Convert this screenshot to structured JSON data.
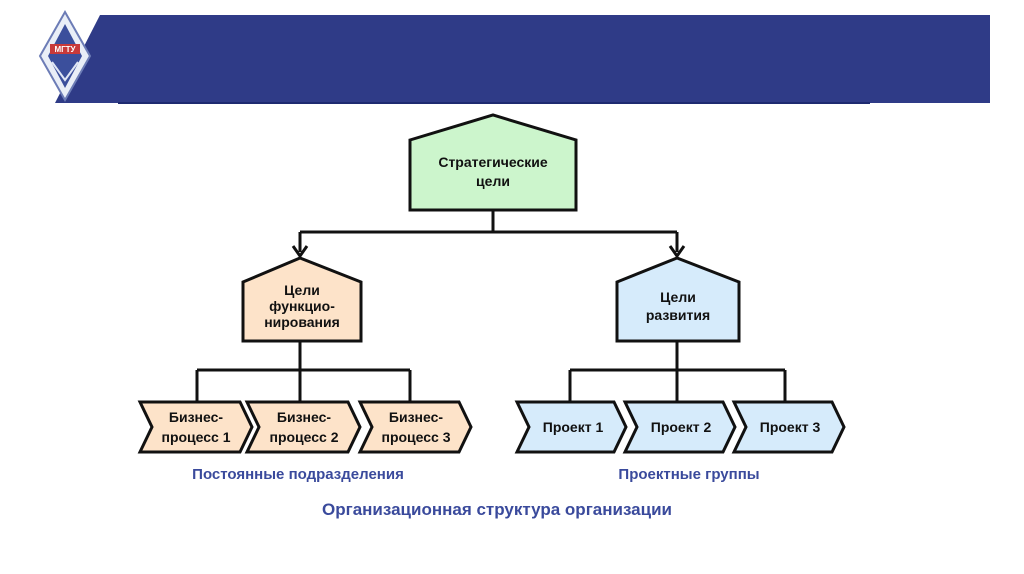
{
  "logo": {
    "text": "МГТУ"
  },
  "colors": {
    "banner": "#2f3b87",
    "strategic_fill": "#ccf5cc",
    "func_fill": "#fde3c9",
    "dev_fill": "#d6ebfb",
    "caption": "#3a4a9c"
  },
  "nodes": {
    "strategic": {
      "line1": "Стратегические",
      "line2": "цели"
    },
    "functioning": {
      "line1": "Цели",
      "line2": "функцио-",
      "line3": "нирования"
    },
    "development": {
      "line1": "Цели",
      "line2": "развития"
    },
    "bp1": {
      "line1": "Бизнес-",
      "line2": "процесс 1"
    },
    "bp2": {
      "line1": "Бизнес-",
      "line2": "процесс 2"
    },
    "bp3": {
      "line1": "Бизнес-",
      "line2": "процесс 3"
    },
    "pr1": {
      "label": "Проект 1"
    },
    "pr2": {
      "label": "Проект 2"
    },
    "pr3": {
      "label": "Проект 3"
    }
  },
  "captions": {
    "permanent": "Постоянные подразделения",
    "project_groups": "Проектные группы",
    "title": "Организационная структура организации"
  }
}
